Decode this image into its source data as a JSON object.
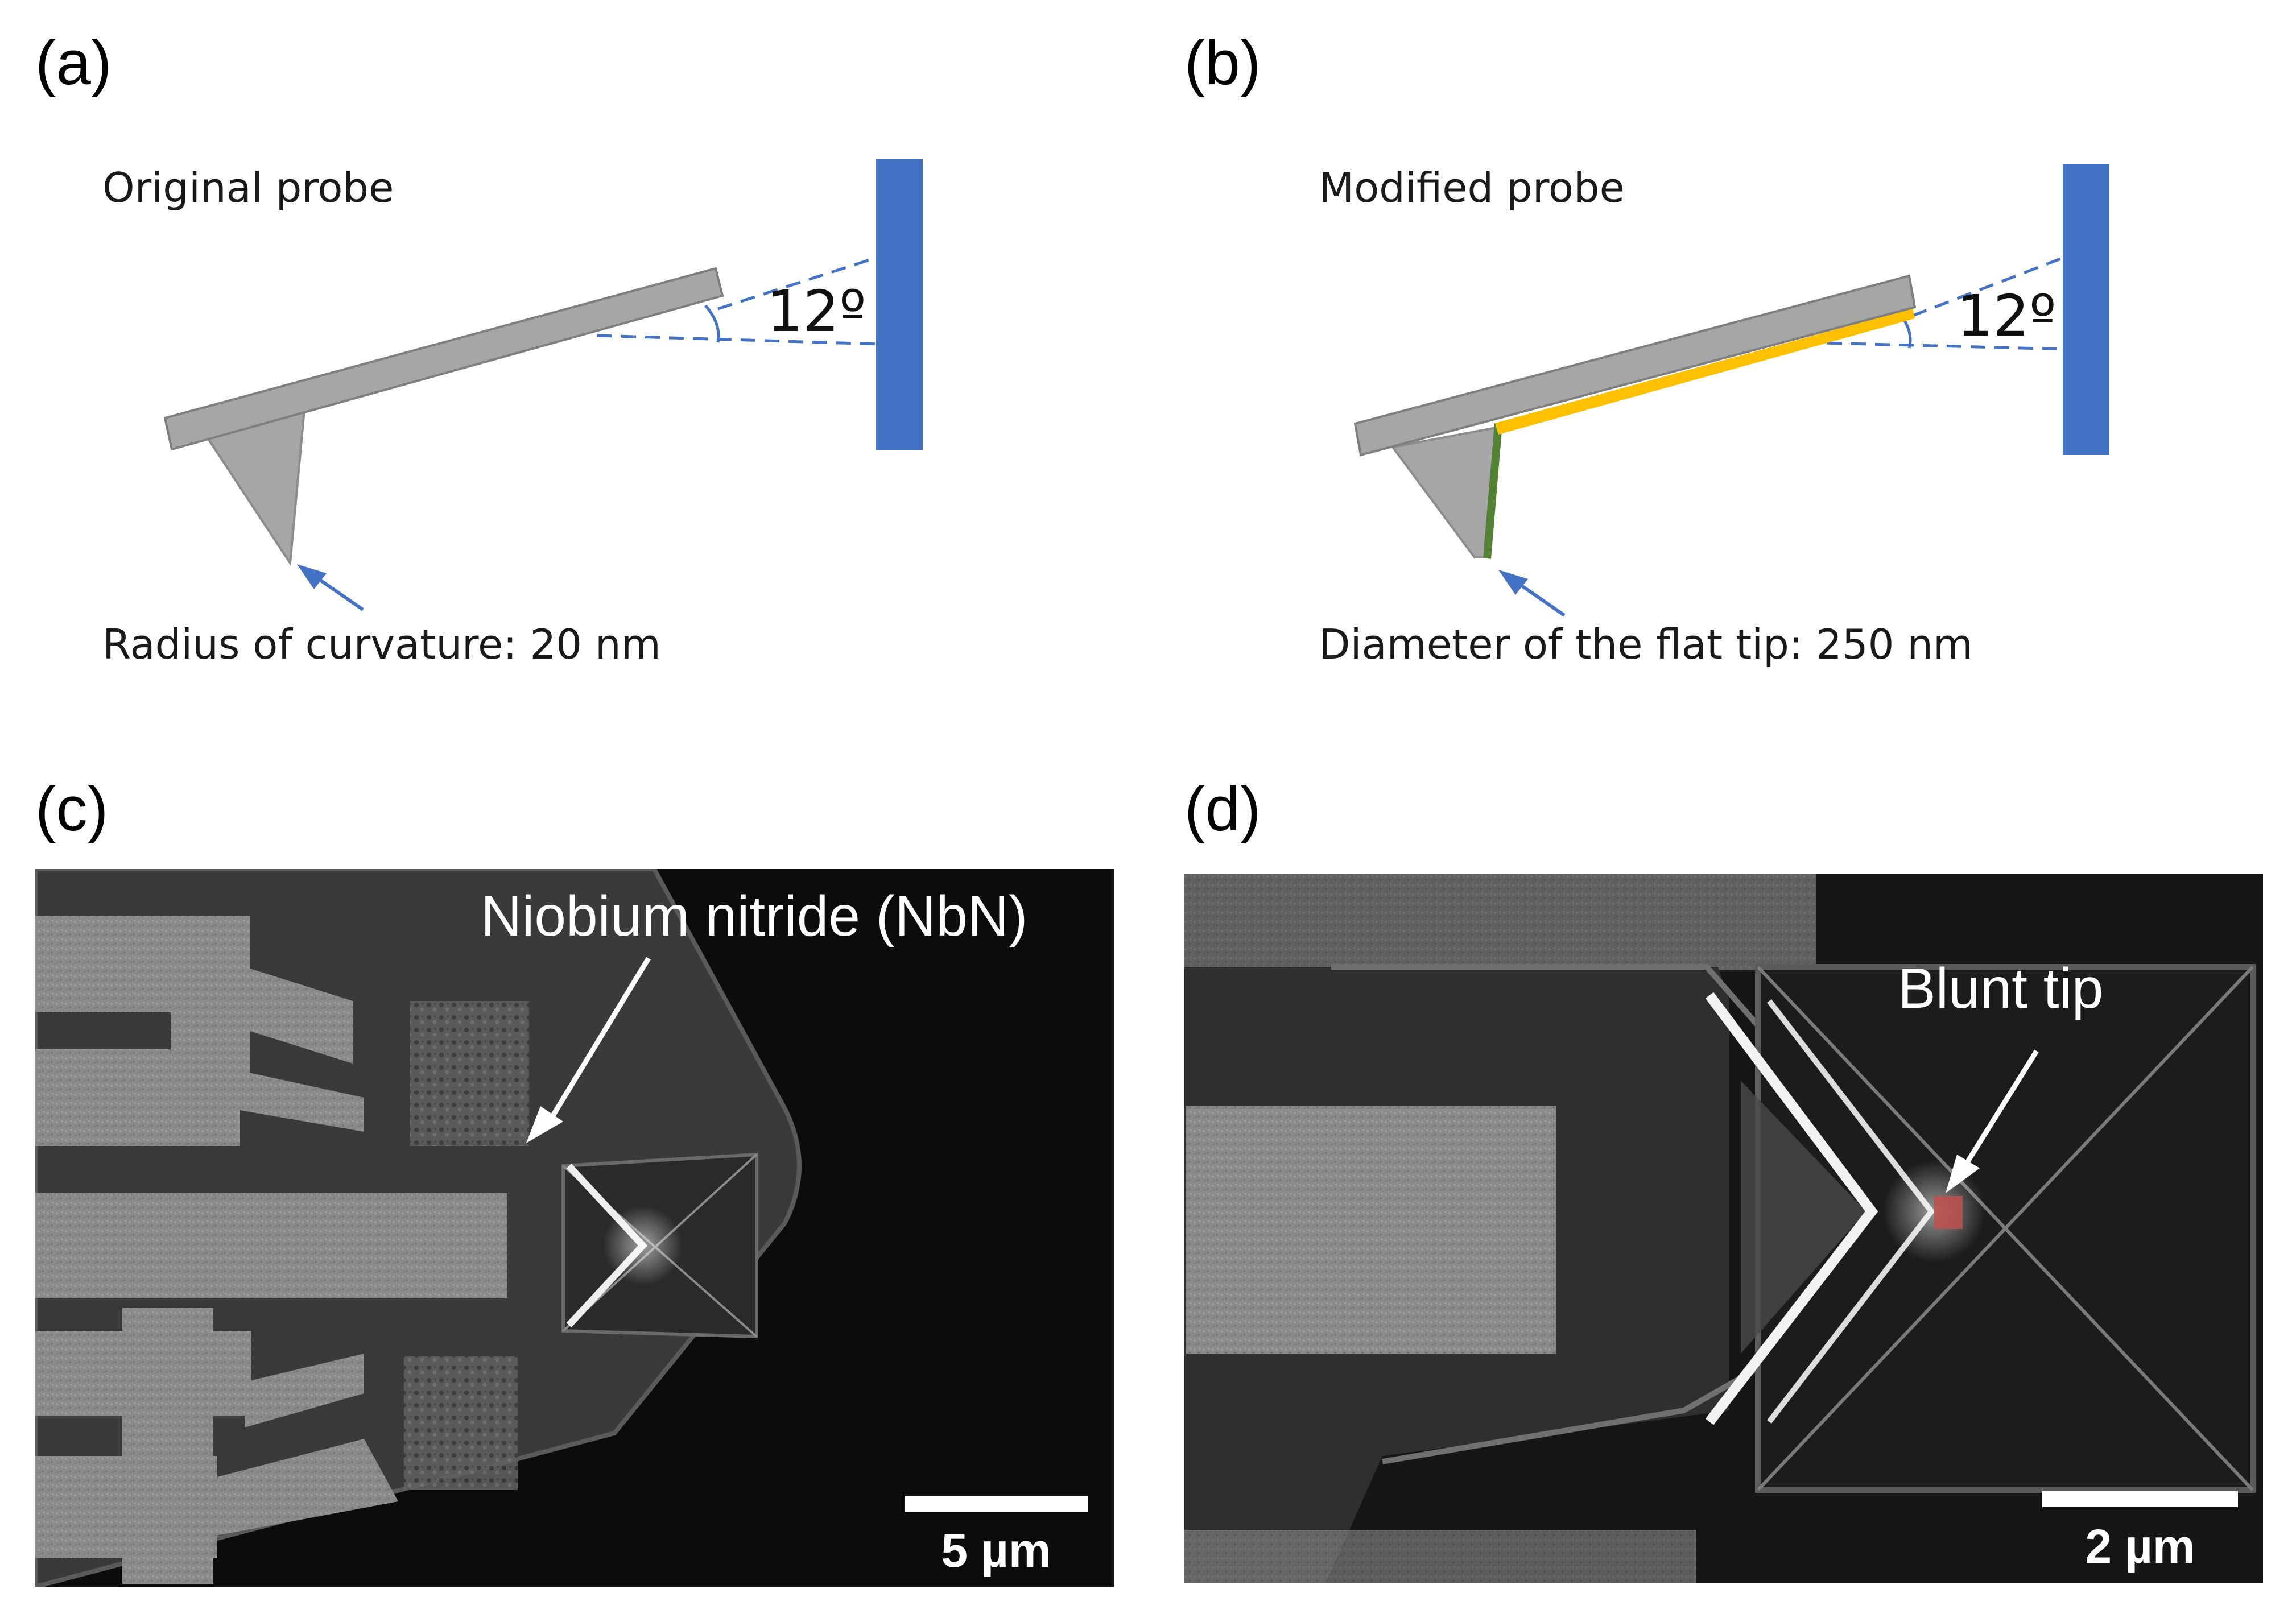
{
  "panels": {
    "a": {
      "letter": "(a)",
      "title": "Original probe",
      "angle": "12º",
      "tip_note": "Radius of curvature: 20 nm"
    },
    "b": {
      "letter": "(b)",
      "title": "Modified probe",
      "angle": "12º",
      "tip_note": "Diameter of the flat tip: 250 nm"
    },
    "c": {
      "letter": "(c)",
      "annotation": "Niobium nitride (NbN)",
      "scale_bar": "5 µm"
    },
    "d": {
      "letter": "(d)",
      "annotation": "Blunt tip",
      "scale_bar": "2 µm"
    }
  },
  "colors": {
    "cantilever": "#a6a6a6",
    "cantilever_edge": "#7f7f7f",
    "detector": "#4472c4",
    "laser_path": "#4472c4",
    "coating": "#ffc000",
    "tip_edge": "#548235",
    "blunt_tip_marker": "#c0504d",
    "sem_background": "#0c0c0c"
  }
}
